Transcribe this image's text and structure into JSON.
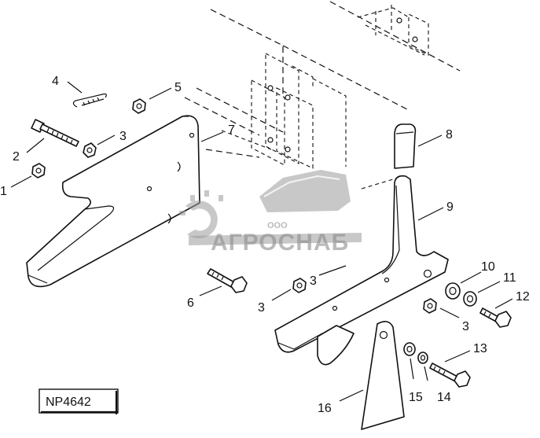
{
  "diagram": {
    "drawing_code": "NP4642",
    "watermark": {
      "company_prefix": "ООО",
      "company_name": "АГРОСНАБ"
    },
    "callouts": [
      {
        "id": "c1",
        "label": "1"
      },
      {
        "id": "c2",
        "label": "2"
      },
      {
        "id": "c3a",
        "label": "3"
      },
      {
        "id": "c4",
        "label": "4"
      },
      {
        "id": "c5",
        "label": "5"
      },
      {
        "id": "c6",
        "label": "6"
      },
      {
        "id": "c7",
        "label": "7"
      },
      {
        "id": "c8",
        "label": "8"
      },
      {
        "id": "c9",
        "label": "9"
      },
      {
        "id": "c3b",
        "label": "3"
      },
      {
        "id": "c3c",
        "label": "3"
      },
      {
        "id": "c3d",
        "label": "3"
      },
      {
        "id": "c10",
        "label": "10"
      },
      {
        "id": "c11",
        "label": "11"
      },
      {
        "id": "c12",
        "label": "12"
      },
      {
        "id": "c13",
        "label": "13"
      },
      {
        "id": "c14",
        "label": "14"
      },
      {
        "id": "c15",
        "label": "15"
      },
      {
        "id": "c16",
        "label": "16"
      }
    ]
  }
}
